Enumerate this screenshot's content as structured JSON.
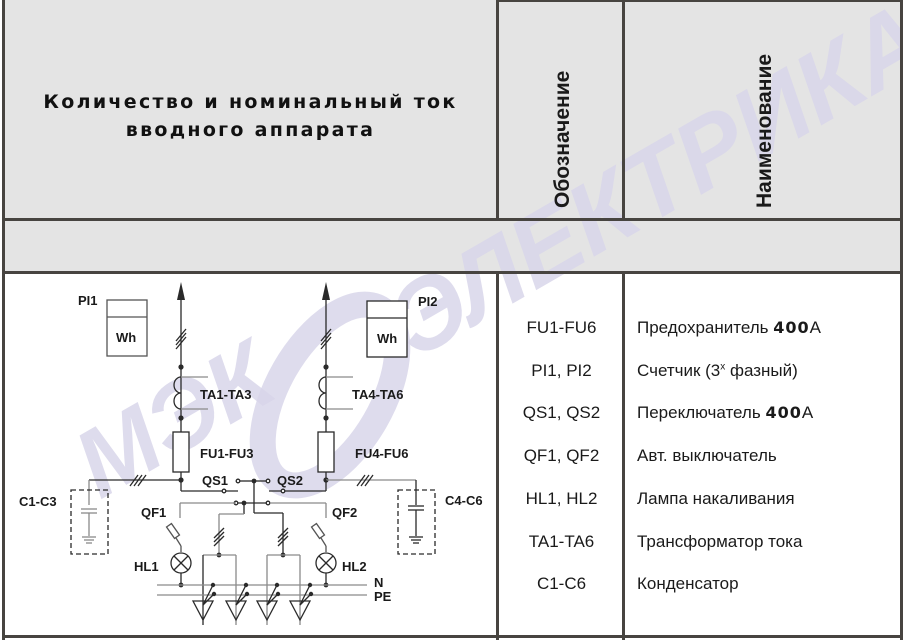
{
  "header": {
    "title_line1": "Количество и номинальный ток",
    "title_line2": "вводного аппарата",
    "col_designation": "Обозначение",
    "col_name": "Наименование"
  },
  "watermark": {
    "text_left": "МЭК",
    "text_right": "ЭЛЕКТРИКА",
    "color": "#d9d6ea"
  },
  "colors": {
    "header_bg": "#e4e4e4",
    "border": "#474440",
    "line": "#2a2a2a",
    "line_gray": "#8a8a8a"
  },
  "legend": [
    {
      "code": "FU1-FU6",
      "name": "Предохранитель ",
      "name_bold": "400",
      "name_suffix": "А"
    },
    {
      "code": "PI1, PI2",
      "name": "Счетчик (3",
      "name_sup": "х",
      "name_suffix": " фазный)"
    },
    {
      "code": "QS1, QS2",
      "name": "Переключатель ",
      "name_bold": "400",
      "name_suffix": "А"
    },
    {
      "code": "QF1, QF2",
      "name": "Авт. выключатель"
    },
    {
      "code": "HL1, HL2",
      "name": "Лампа накаливания"
    },
    {
      "code": "TA1-TA6",
      "name": "Трансформатор тока"
    },
    {
      "code": "C1-C6",
      "name": "Конденсатор"
    }
  ],
  "diagram": {
    "labels": {
      "pi1": "PI1",
      "pi2": "PI2",
      "meter": "Wh",
      "ta_left": "TA1-TA3",
      "ta_right": "TA4-TA6",
      "fu_left": "FU1-FU3",
      "fu_right": "FU4-FU6",
      "qs1": "QS1",
      "qs2": "QS2",
      "qf1": "QF1",
      "qf2": "QF2",
      "c_left": "C1-C3",
      "c_right": "C4-C6",
      "hl1": "HL1",
      "hl2": "HL2",
      "n": "N",
      "pe": "PE"
    }
  }
}
